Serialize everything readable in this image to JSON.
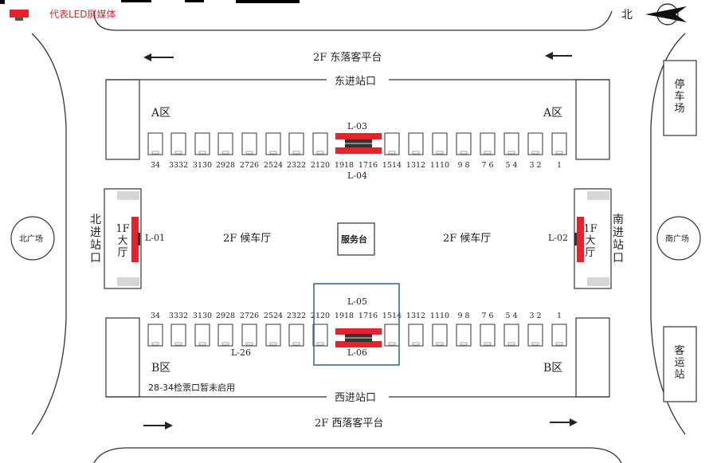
{
  "legend": {
    "text": "代表LED屏媒体",
    "color": "#e8222b"
  },
  "north_marker": "北",
  "platforms": {
    "east": "2F  东落客平台",
    "west": "2F  西落客平台"
  },
  "entrances": {
    "east": "东进站口",
    "west": "西进站口",
    "north": "北进站口",
    "south": "南进站口"
  },
  "zones": {
    "a_left": "A区",
    "a_right": "A区",
    "b_left": "B区",
    "b_right": "B区"
  },
  "halls": {
    "left": "1F大厅",
    "right": "1F大厅"
  },
  "waiting": {
    "left": "2F  候车厅",
    "right": "2F  候车厅"
  },
  "service_desk": "服务台",
  "plazas": {
    "north": "北广场",
    "south": "南广场"
  },
  "side_buildings": {
    "parking": "停车场",
    "bus_station": "客运站"
  },
  "note": "28-34检票口暂未启用",
  "led_screens": {
    "l01": "L-01",
    "l02": "L-02",
    "l03": "L-03",
    "l04": "L-04",
    "l05": "L-05",
    "l06": "L-06",
    "l26": "L-26"
  },
  "gate_labels_top": [
    "34",
    "3332",
    "3130",
    "2928",
    "2726",
    "2524",
    "2322",
    "2120",
    "1918",
    "1716",
    "1514",
    "1312",
    "1110",
    "9  8",
    "7  6",
    "5  4",
    "3  2",
    "1"
  ],
  "gate_labels_bottom": [
    "34",
    "3332",
    "3130",
    "2928",
    "2726",
    "2524",
    "2322",
    "2120",
    "1918",
    "1716",
    "1514",
    "1312",
    "1110",
    "9  8",
    "7  6",
    "5  4",
    "3  2",
    "1"
  ],
  "colors": {
    "led": "#e8222b",
    "highlight": "#3c6a94",
    "line": "#333333"
  }
}
